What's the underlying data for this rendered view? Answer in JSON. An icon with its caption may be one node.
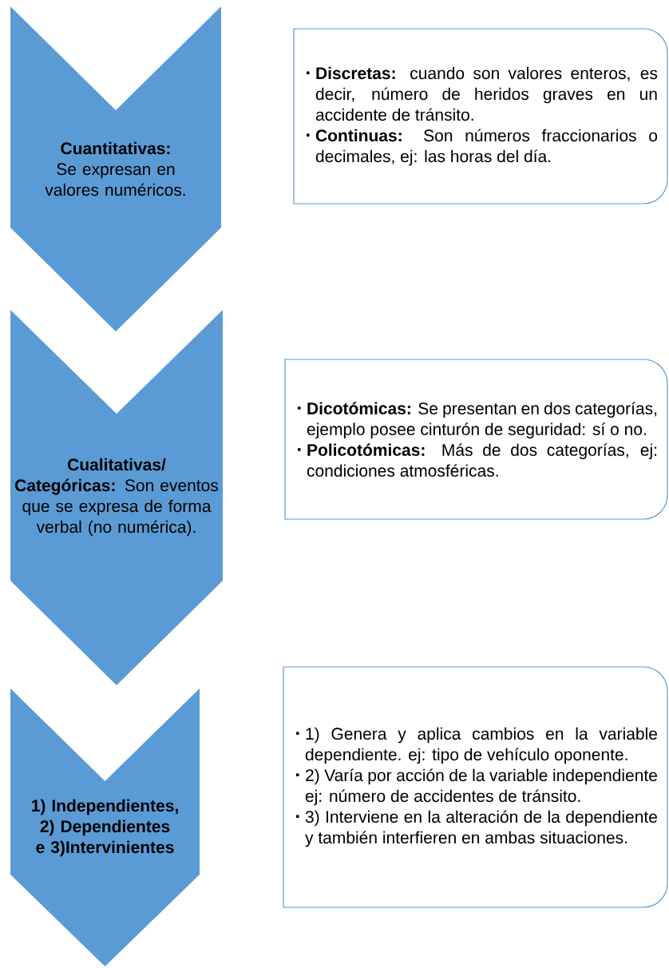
{
  "diagram": {
    "nodes": [
      {
        "text": [
          "**Cuantitativas:** Se expresan en valores numéricos."
        ]
      },
      {
        "text": [
          "**Discretas:** cuando son valores enteros, es decir, número de heridos graves en un accidente de tránsito.",
          "**Continuas:** Son números fraccionarios o decimales, ej: las horas del día."
        ]
      },
      {
        "text": [
          "**Cualitativas/ Categóricas:** Son eventos que se expresa de forma verbal (no numérica)."
        ]
      },
      {
        "text": [
          "**Dicotómicas:** Se presentan en dos categorías, ejemplo posee cinturón de seguridad: sí o no.",
          "**Policotómicas:** Más de dos categorías, ej: condiciones atmosféricas."
        ]
      },
      {
        "text": [
          "1) Independientes, 2) Dependientes e 3)Intervinientes"
        ]
      },
      {
        "text": [
          "1) Genera y aplica cambios en la variable dependiente. ej: tipo de vehículo oponente.",
          "2) Varía por acción de la variable independiente ej: número de accidentes de tránsito.",
          "3) Interviene en la alteración de la dependiente y también interfieren en ambas situaciones."
        ]
      }
    ]
  }
}
